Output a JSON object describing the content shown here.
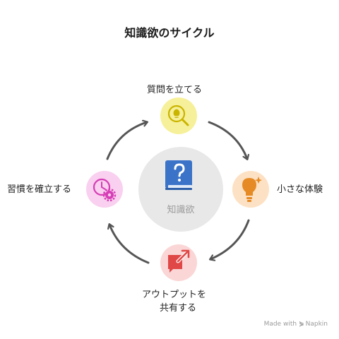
{
  "title": "知識欲のサイクル",
  "center": {
    "label": "知識欲",
    "icon": "book-question-icon"
  },
  "steps": [
    {
      "label": "質問を立てる",
      "icon": "lightbulb-magnifier-icon",
      "color": "#f7f09a",
      "icon_color": "#c9b400"
    },
    {
      "label": "小さな体験",
      "icon": "lightbulb-sparkle-icon",
      "color": "#fde1c4",
      "icon_color": "#e58a24"
    },
    {
      "label_line1": "アウトプットを",
      "label_line2": "共有する",
      "icon": "share-message-icon",
      "color": "#fbd6d6",
      "icon_color": "#e04848"
    },
    {
      "label": "習慣を確立する",
      "icon": "clock-gear-icon",
      "color": "#f9d0ef",
      "icon_color": "#d63db6"
    }
  ],
  "colors": {
    "center_circle": "#e8e8e8",
    "book": "#3b73c8",
    "arrows": "#555555"
  },
  "footer": {
    "prefix": "Made with",
    "brand": "Napkin",
    "logo": "napkin-logo-icon"
  }
}
